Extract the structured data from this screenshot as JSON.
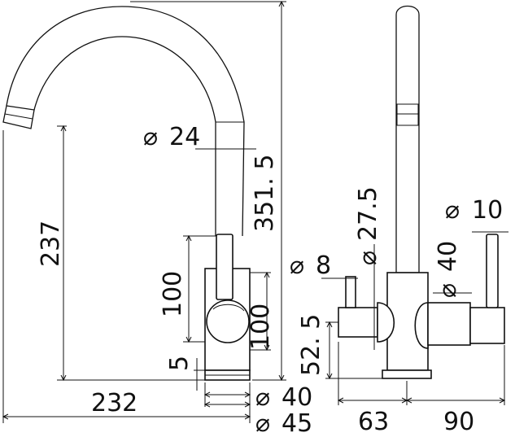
{
  "dimensions": {
    "d24": "24",
    "h351_5": "351. 5",
    "h237": "237",
    "h100_left": "100",
    "h100_right": "100",
    "h5": "5",
    "w232": "232",
    "d40_base": "40",
    "d45_base": "45",
    "d27_5": "27.5",
    "d8": "8",
    "d40_side": "40",
    "d10": "10",
    "h52_5": "52. 5",
    "w63": "63",
    "w90": "90"
  },
  "diameter_symbol": "⌀"
}
